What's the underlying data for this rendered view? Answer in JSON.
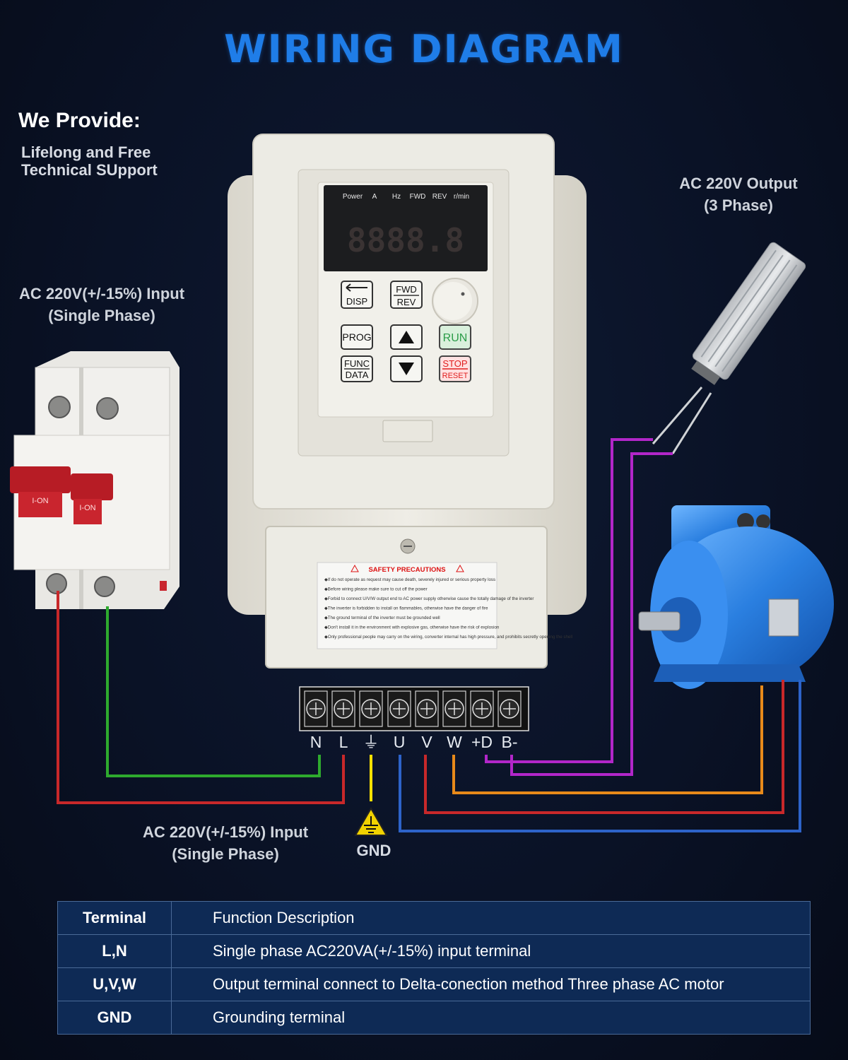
{
  "title": "WIRING DIAGRAM",
  "provide": {
    "heading": "We Provide:",
    "lines": [
      "Lifelong and Free",
      "Technical SUpport"
    ]
  },
  "captions": {
    "input_top": [
      "AC 220V(+/-15%) Input",
      "(Single Phase)"
    ],
    "output": [
      "AC 220V Output",
      "(3 Phase)"
    ],
    "input_bottom": [
      "AC 220V(+/-15%) Input",
      "(Single Phase)"
    ],
    "gnd": "GND"
  },
  "inverter": {
    "display_labels": [
      "Power",
      "A",
      "Hz",
      "FWD",
      "REV",
      "r/min"
    ],
    "display_value": "8888.8",
    "buttons": {
      "disp": "DISP",
      "fwd": "FWD",
      "rev": "REV",
      "prog": "PROG",
      "run": "RUN",
      "func": "FUNC",
      "data": "DATA",
      "stop": "STOP",
      "reset": "RESET"
    },
    "safety": {
      "title": "SAFETY PRECAUTIONS",
      "lines": [
        "If do not operate as request may cause death, severely injured or serious property loss",
        "Before wiring please make sure to cut off the power",
        "Forbid to connect U/V/W output end to AC power supply otherwise cause the totally damage of the inverter",
        "The inverter is forbidden to install on flammables, otherwise have the danger of fire",
        "The ground terminal of the inverter must be grounded well",
        "Don't install it in the environment with explosive gas, otherwise have the risk of explosion",
        "Only professional people may carry on the wiring, converter internal has high pressure, and prohibits secretly opening the shell"
      ]
    }
  },
  "breaker": {
    "labels": [
      "I-ON",
      "I-ON"
    ]
  },
  "terminals": [
    "N",
    "L",
    "⏚",
    "U",
    "V",
    "W",
    "+D",
    "B-"
  ],
  "colors": {
    "accent": "#1f7de8",
    "wire_red": "#c8282a",
    "wire_green": "#2eaa2e",
    "wire_yellow": "#ffe100",
    "wire_blue": "#2d63c9",
    "wire_orange": "#e88a1a",
    "wire_magenta": "#b226c9"
  },
  "table": {
    "headers": [
      "Terminal",
      "Function Description"
    ],
    "rows": [
      {
        "terminal": "L,N",
        "description": "Single phase AC220VA(+/-15%) input terminal"
      },
      {
        "terminal": "U,V,W",
        "description": "Output terminal connect to Delta-conection method Three phase AC motor"
      },
      {
        "terminal": "GND",
        "description": "Grounding terminal"
      }
    ]
  }
}
